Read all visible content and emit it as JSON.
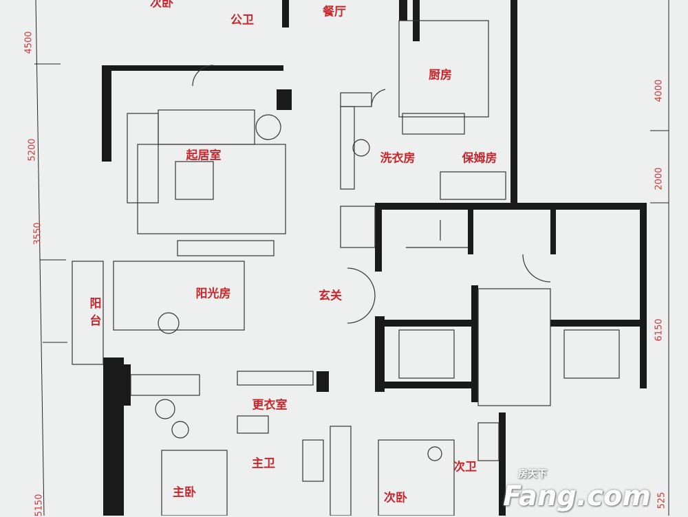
{
  "rooms": {
    "second_bedroom_top": "次卧",
    "public_bath": "公卫",
    "dining": "餐厅",
    "kitchen": "厨房",
    "living": "起居室",
    "laundry": "洗衣房",
    "nanny_room": "保姆房",
    "sunroom": "阳光房",
    "foyer": "玄关",
    "balcony": "阳台",
    "dressing_room": "更衣室",
    "master_bath": "主卫",
    "second_bath": "次卫",
    "master_bedroom": "主卧",
    "second_bedroom_bottom": "次卧"
  },
  "dimensions": {
    "left": [
      "4500",
      "5200",
      "3550",
      "5150"
    ],
    "right": [
      "4000",
      "2000",
      "6150",
      "525"
    ]
  },
  "watermark": {
    "brand": "Fang.com",
    "cn": "房天下"
  },
  "colors": {
    "label": "#c8262c",
    "wall": "#1a1a1a",
    "paper": "#eef0ef"
  }
}
